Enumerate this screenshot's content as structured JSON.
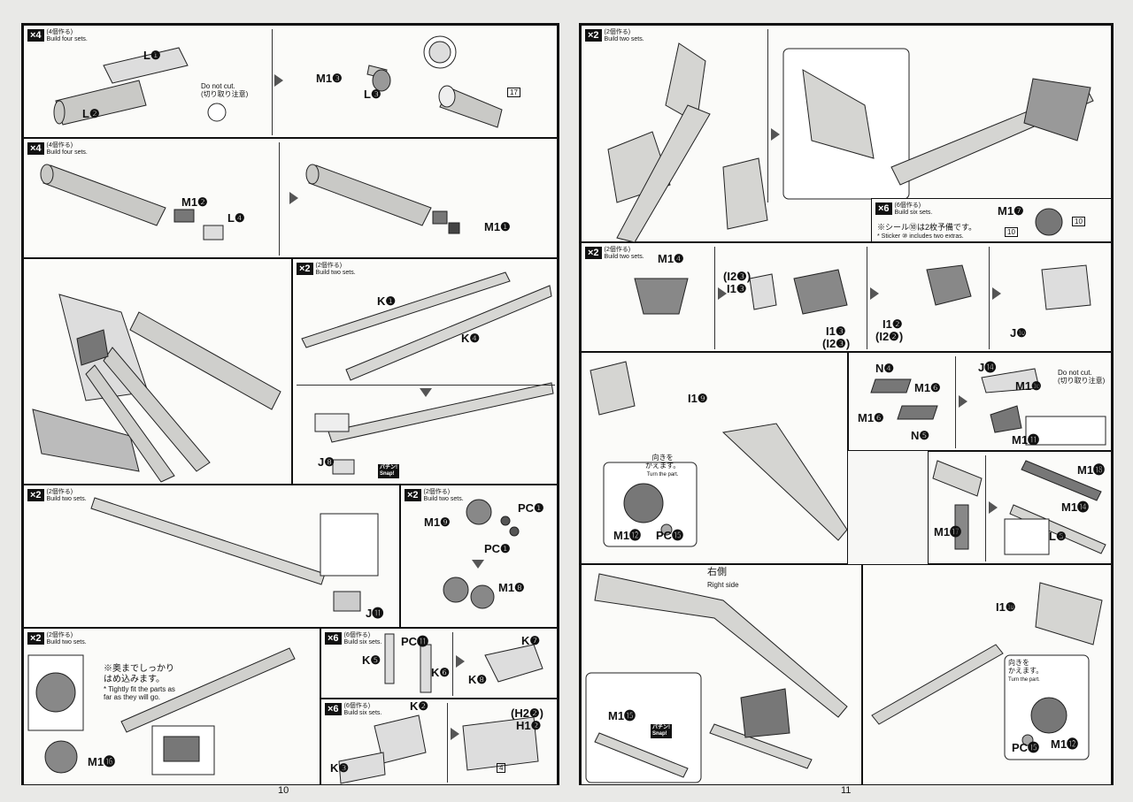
{
  "pages": {
    "left_number": "10",
    "right_number": "11"
  },
  "texts": {
    "x4": "×4",
    "x2": "×2",
    "x6": "×6",
    "build4_jp": "(4個作る)",
    "build4_en": "Build four sets.",
    "build2_jp": "(2個作る)",
    "build2_en": "Build two sets.",
    "build6_jp": "(6個作る)",
    "build6_en": "Build six sets.",
    "do_not_cut_en": "Do not cut.",
    "do_not_cut_jp": "(切り取り注意)",
    "snap_jp": "パチン!",
    "snap_en": "Snap!",
    "tight_jp1": "※奥までしっかり",
    "tight_jp2": "はめ込みます。",
    "tight_en1": "* Tightly fit the parts as",
    "tight_en2": "far as they will go.",
    "turn_jp1": "向きを",
    "turn_jp2": "かえます。",
    "turn_en": "Turn the part.",
    "sticker_jp": "※シール⑩は2枚予備です。",
    "sticker_en": "* Sticker ⑩ includes two extras.",
    "right_side_jp": "右側",
    "right_side_en": "Right side"
  },
  "labels": {
    "L1": "L❶",
    "L2": "L❷",
    "L3": "L❸",
    "L4": "L❹",
    "L5": "L❺",
    "M13": "M1❸",
    "M12": "M1❷",
    "M11": "M1❶",
    "M19": "M1❾",
    "M18": "M1❽",
    "M16": "M1⓰",
    "M17": "M1❼",
    "M14": "M1❹",
    "M110": "M1❿",
    "M111": "M1⓫",
    "M112": "M1⓬",
    "M115": "M1⓯",
    "M116": "M1⓰",
    "M117": "M1⓱",
    "M118": "M1⓲",
    "M114": "M1⓮",
    "K1": "K❶",
    "K4": "K❹",
    "K5": "K❺",
    "K6": "K❻",
    "K7": "K❼",
    "K8": "K❽",
    "K2": "K❷",
    "K3": "K❸",
    "J8": "J❽",
    "J11": "J⓫",
    "J10": "J❿",
    "J14": "J⓮",
    "PC1a": "PC❶",
    "PC1b": "PC❶",
    "PC11": "PC⓫",
    "PC15": "PC⓯",
    "PC15b": "PC⓯",
    "H22": "(H2❷)",
    "H12": "H1❷",
    "I23": "(I2❸)",
    "I13": "I1❸",
    "I13b": "I1❸",
    "I23b": "(I2❸)",
    "I12": "I1❷",
    "I22": "(I2❷)",
    "I19": "I1❾",
    "I110": "I1❿",
    "N4": "N❹",
    "N5": "N❺",
    "M16a": "M1❻",
    "M16b": "M1❻",
    "sticker17": "17",
    "sticker10a": "10",
    "sticker10b": "10",
    "sticker4": "4"
  }
}
